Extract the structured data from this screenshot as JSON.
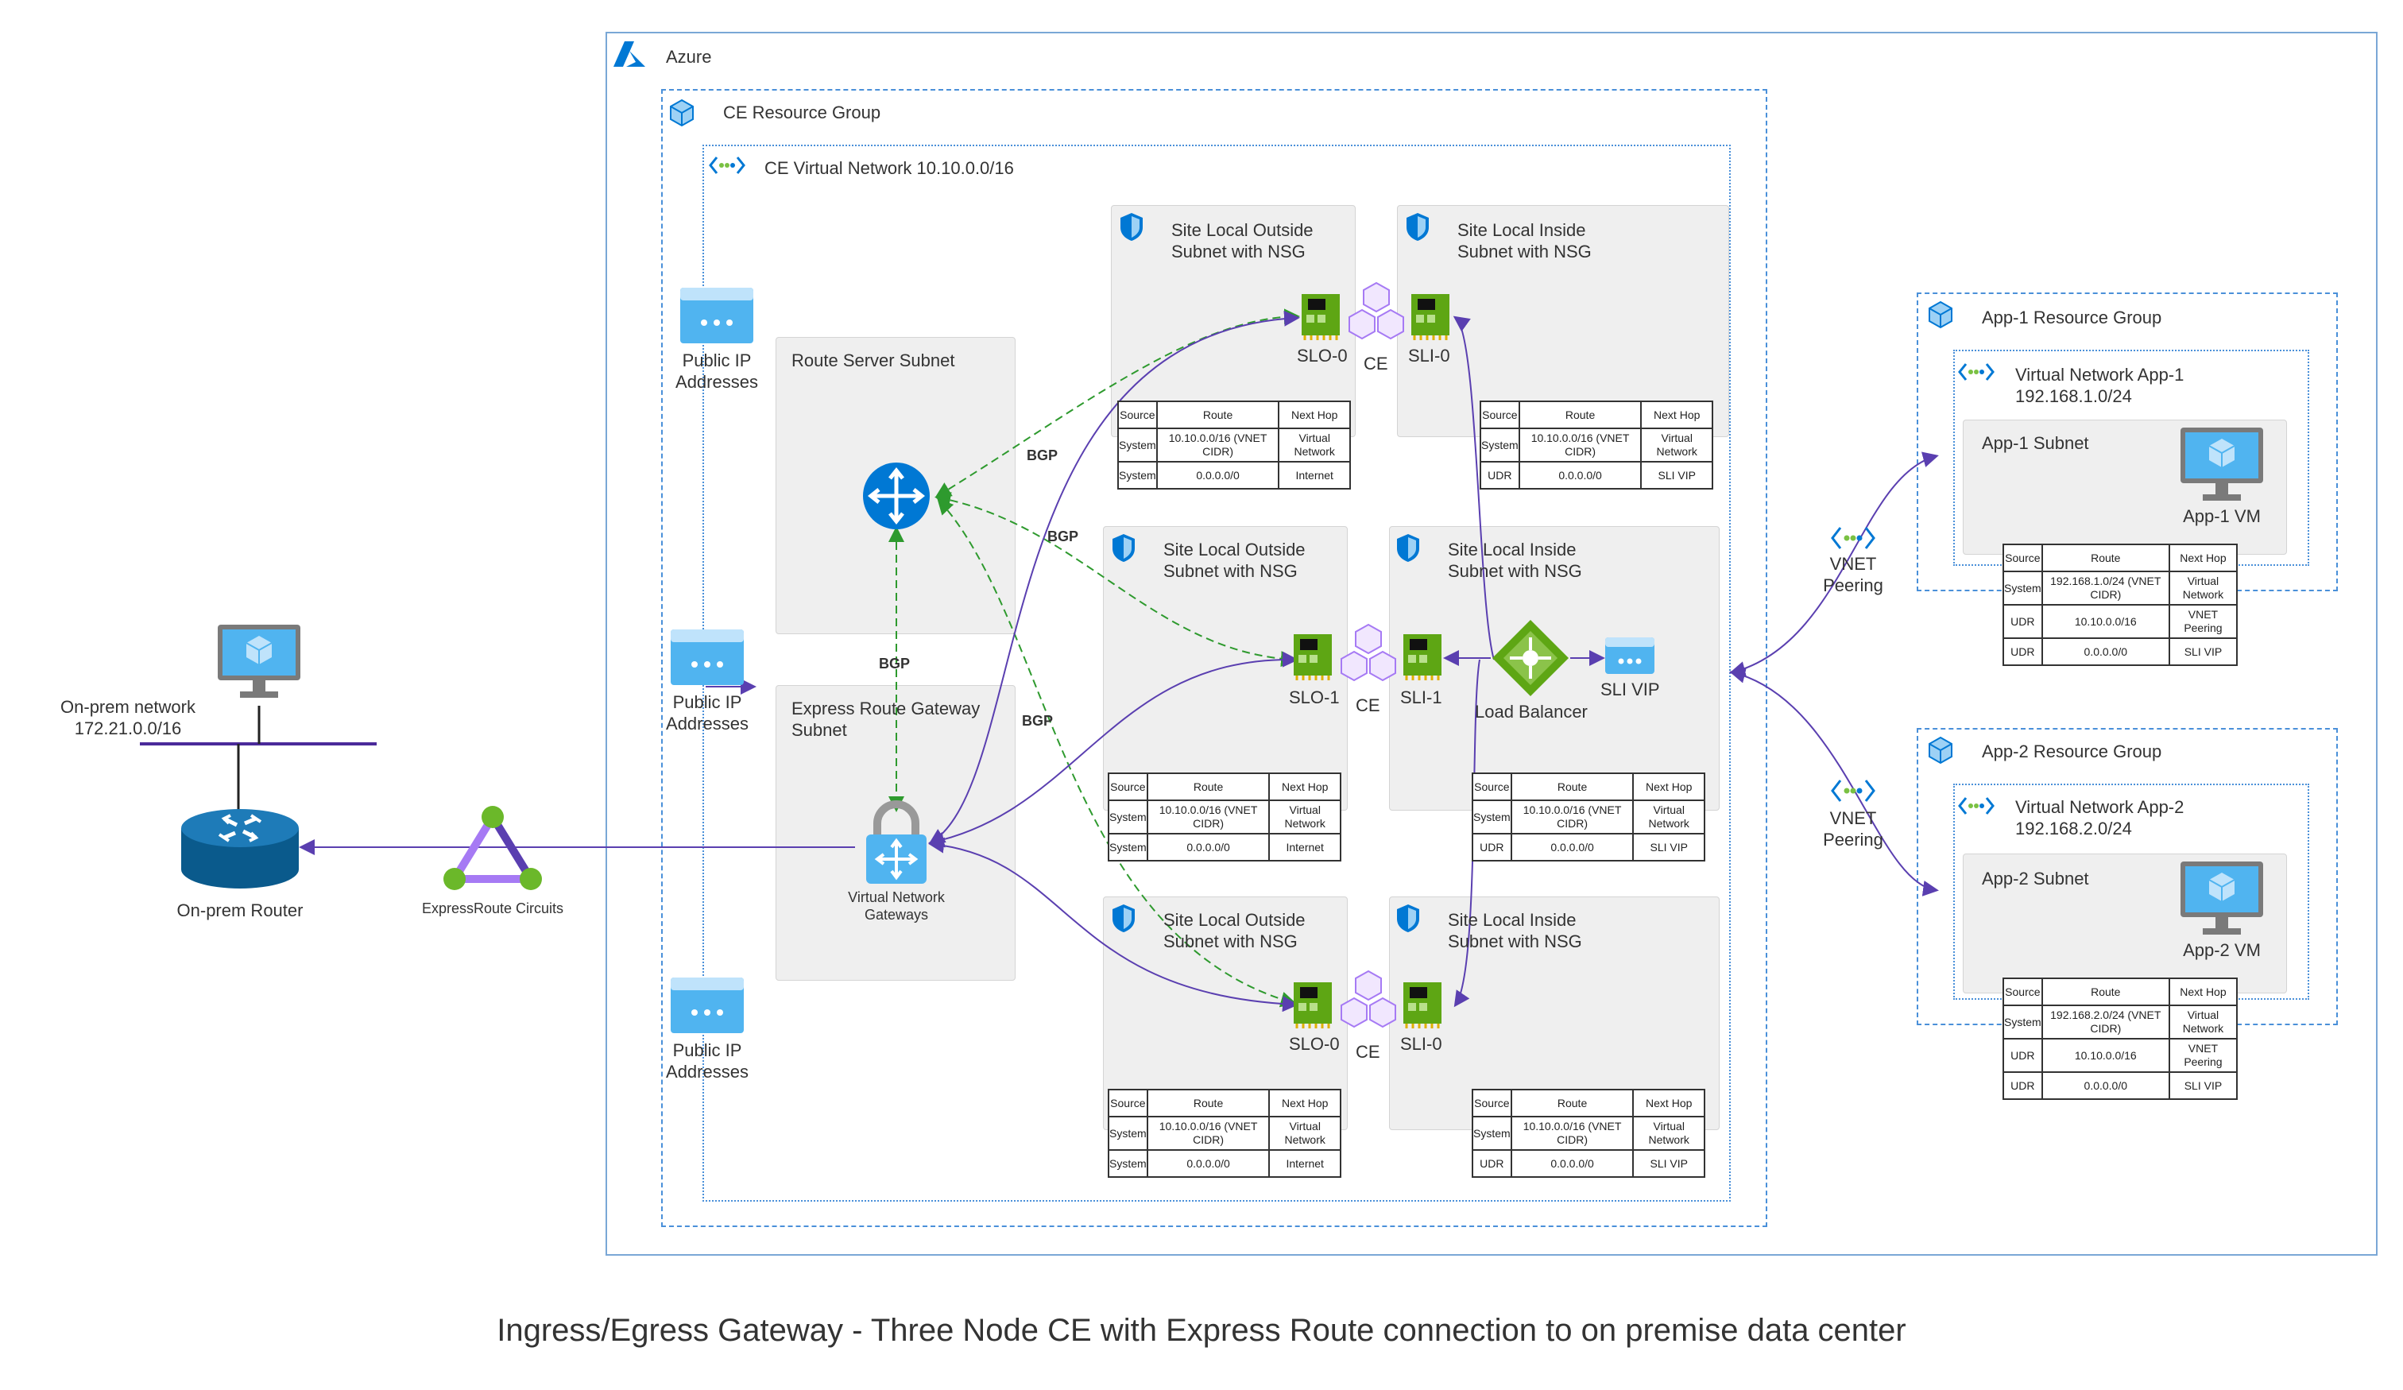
{
  "title": "Ingress/Egress Gateway - Three Node CE with Express Route connection to on premise data center",
  "azure": {
    "label": "Azure"
  },
  "ce_rg": {
    "label": "CE Resource Group"
  },
  "ce_vnet": {
    "label": "CE Virtual Network 10.10.0.0/16"
  },
  "public_ip": {
    "line1": "Public IP",
    "line2": "Addresses"
  },
  "route_server": {
    "label": "Route Server Subnet"
  },
  "er_gateway": {
    "line1": "Express Route Gateway",
    "line2": "Subnet",
    "icon_line1": "Virtual Network",
    "icon_line2": "Gateways"
  },
  "bgp": "BGP",
  "slo_subnet": {
    "line1": "Site Local Outside",
    "line2": "Subnet with NSG"
  },
  "sli_subnet": {
    "line1": "Site Local Inside",
    "line2": "Subnet with NSG"
  },
  "nics": {
    "slo0": "SLO-0",
    "sli0": "SLI-0",
    "slo1": "SLO-1",
    "sli1": "SLI-1"
  },
  "ce_label": "CE",
  "load_balancer": "Load Balancer",
  "sli_vip": "SLI VIP",
  "table_headers": [
    "Source",
    "Route",
    "Next Hop"
  ],
  "slo_table": [
    [
      "System",
      "10.10.0.0/16 (VNET CIDR)",
      "Virtual Network"
    ],
    [
      "System",
      "0.0.0.0/0",
      "Internet"
    ]
  ],
  "sli_table": [
    [
      "System",
      "10.10.0.0/16 (VNET CIDR)",
      "Virtual Network"
    ],
    [
      "UDR",
      "0.0.0.0/0",
      "SLI VIP"
    ]
  ],
  "onprem": {
    "network_line1": "On-prem network",
    "network_line2": "172.21.0.0/16",
    "router": "On-prem Router"
  },
  "expressroute": "ExpressRoute Circuits",
  "vnet_peering": {
    "line1": "VNET",
    "line2": "Peering"
  },
  "app1": {
    "rg": "App-1 Resource Group",
    "vnet_line1": "Virtual Network App-1",
    "vnet_line2": "192.168.1.0/24",
    "subnet": "App-1 Subnet",
    "vm": "App-1 VM",
    "table": [
      [
        "System",
        "192.168.1.0/24 (VNET CIDR)",
        "Virtual Network"
      ],
      [
        "UDR",
        "10.10.0.0/16",
        "VNET Peering"
      ],
      [
        "UDR",
        "0.0.0.0/0",
        "SLI VIP"
      ]
    ]
  },
  "app2": {
    "rg": "App-2 Resource Group",
    "vnet_line1": "Virtual Network App-2",
    "vnet_line2": "192.168.2.0/24",
    "subnet": "App-2 Subnet",
    "vm": "App-2 VM",
    "table": [
      [
        "System",
        "192.168.2.0/24 (VNET CIDR)",
        "Virtual Network"
      ],
      [
        "UDR",
        "10.10.0.0/16",
        "VNET Peering"
      ],
      [
        "UDR",
        "0.0.0.0/0",
        "SLI VIP"
      ]
    ]
  },
  "colors": {
    "azure_blue": "#0078d4",
    "nic_green": "#5ea614",
    "ce_purple": "#a67af4",
    "bgp_green": "#2e9a2e",
    "link_purple": "#5a3fb0",
    "dashed_border": "#4a90d9"
  }
}
